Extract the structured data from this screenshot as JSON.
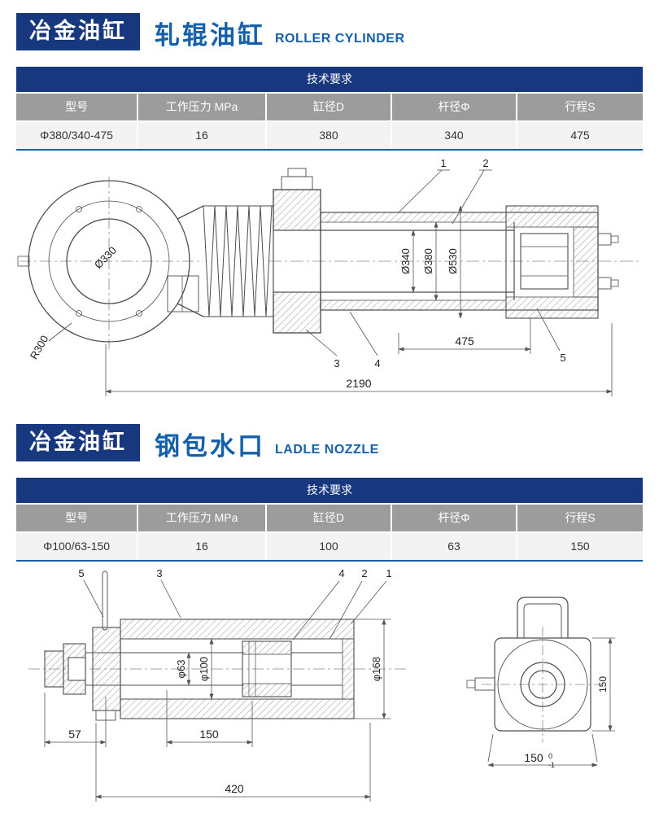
{
  "colors": {
    "badge_bg": "#17387e",
    "title_blue": "#1660ab",
    "table_title_bg": "#17387e",
    "column_header_bg": "#9c9c9c",
    "row_bg": "#f3f3f3",
    "accent_line": "#1660ab",
    "drawing_line": "#4d4d4d"
  },
  "sections": [
    {
      "badge": "冶金油缸",
      "title_cn": "轧辊油缸",
      "title_en": "ROLLER CYLINDER",
      "table": {
        "title": "技术要求",
        "columns": [
          "型号",
          "工作压力 MPa",
          "缸径D",
          "杆径Φ",
          "行程S"
        ],
        "row": [
          "Φ380/340-475",
          "16",
          "380",
          "340",
          "475"
        ]
      },
      "drawing": {
        "labels": {
          "eye_bore": "Ø330",
          "eye_radius": "R300",
          "rod_dia": "Ø340",
          "bore_dia": "Ø380",
          "outer_dia": "Ø530",
          "stroke": "475",
          "overall": "2190"
        },
        "callouts": [
          "1",
          "2",
          "3",
          "4",
          "5"
        ]
      }
    },
    {
      "badge": "冶金油缸",
      "title_cn": "钢包水口",
      "title_en": "LADLE NOZZLE",
      "table": {
        "title": "技术要求",
        "columns": [
          "型号",
          "工作压力 MPa",
          "缸径D",
          "杆径Φ",
          "行程S"
        ],
        "row": [
          "Φ100/63-150",
          "16",
          "100",
          "63",
          "150"
        ]
      },
      "drawing": {
        "labels": {
          "rod_dia": "φ63",
          "bore_dia": "φ100",
          "outer_dia": "φ168",
          "left_len": "57",
          "stroke": "150",
          "overall": "420",
          "side_height": "150",
          "side_width": "150",
          "side_width_tol_up": "0",
          "side_width_tol_low": "-1"
        },
        "callouts": [
          "1",
          "2",
          "3",
          "4",
          "5"
        ]
      }
    }
  ]
}
